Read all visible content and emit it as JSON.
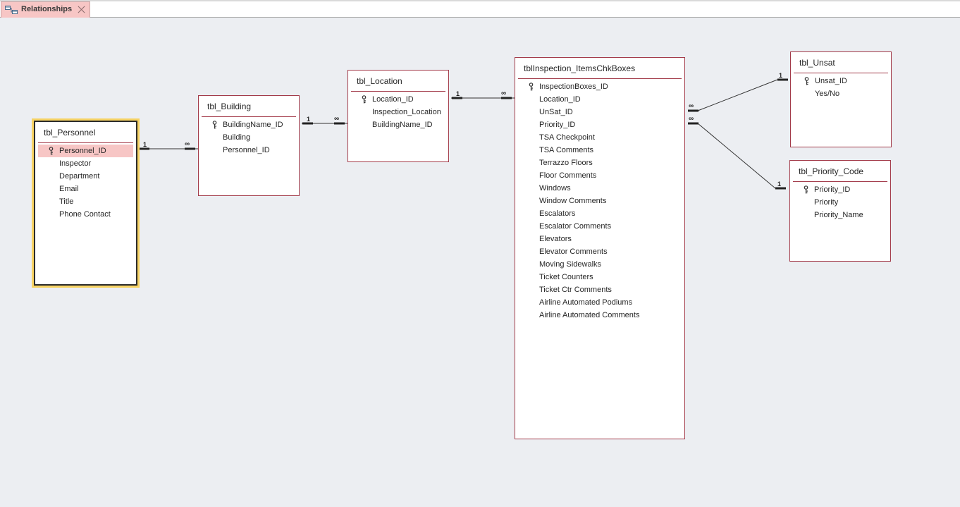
{
  "tab": {
    "label": "Relationships"
  },
  "cardinality": {
    "one": "1",
    "many": "∞"
  },
  "tables": {
    "personnel": {
      "title": "tbl_Personnel",
      "fields": [
        "Personnel_ID",
        "Inspector",
        "Department",
        "Email",
        "Title",
        "Phone Contact"
      ],
      "primary_key": "Personnel_ID"
    },
    "building": {
      "title": "tbl_Building",
      "fields": [
        "BuildingName_ID",
        "Building",
        "Personnel_ID"
      ],
      "primary_key": "BuildingName_ID"
    },
    "location": {
      "title": "tbl_Location",
      "fields": [
        "Location_ID",
        "Inspection_Location",
        "BuildingName_ID"
      ],
      "primary_key": "Location_ID"
    },
    "inspection": {
      "title": "tblInspection_ItemsChkBoxes",
      "fields": [
        "InspectionBoxes_ID",
        "Location_ID",
        "UnSat_ID",
        "Priority_ID",
        "TSA Checkpoint",
        "TSA Comments",
        "Terrazzo Floors",
        "Floor Comments",
        "Windows",
        "Window Comments",
        "Escalators",
        "Escalator Comments",
        "Elevators",
        "Elevator Comments",
        "Moving Sidewalks",
        "Ticket Counters",
        "Ticket Ctr Comments",
        "Airline Automated Podiums",
        "Airline Automated Comments"
      ],
      "primary_key": "InspectionBoxes_ID"
    },
    "unsat": {
      "title": "tbl_Unsat",
      "fields": [
        "Unsat_ID",
        "Yes/No"
      ],
      "primary_key": "Unsat_ID"
    },
    "priority": {
      "title": "tbl_Priority_Code",
      "fields": [
        "Priority_ID",
        "Priority",
        "Priority_Name"
      ],
      "primary_key": "Priority_ID"
    }
  },
  "colors": {
    "table_border": "#a33b4a",
    "selection_outline": "#f7d364",
    "highlight_row": "#f7c6c5",
    "canvas_bg": "#eceef2"
  }
}
